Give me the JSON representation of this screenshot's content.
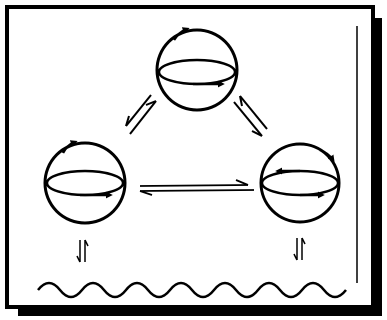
{
  "diagram": {
    "spheres": [
      {
        "id": "top"
      },
      {
        "id": "left"
      },
      {
        "id": "right"
      }
    ],
    "equilibria": [
      {
        "from": "top",
        "to": "left",
        "type": "reversible-harpoons"
      },
      {
        "from": "top",
        "to": "right",
        "type": "reversible-harpoons"
      },
      {
        "from": "left",
        "to": "right",
        "type": "reversible-harpoons"
      },
      {
        "from": "left",
        "to": "surface",
        "type": "reversible-harpoons"
      },
      {
        "from": "right",
        "to": "surface",
        "type": "reversible-harpoons"
      }
    ],
    "surface": {
      "style": "wavy-line"
    },
    "colors": {
      "ink": "#000000",
      "paper": "#ffffff",
      "shadow": "#000000"
    }
  }
}
